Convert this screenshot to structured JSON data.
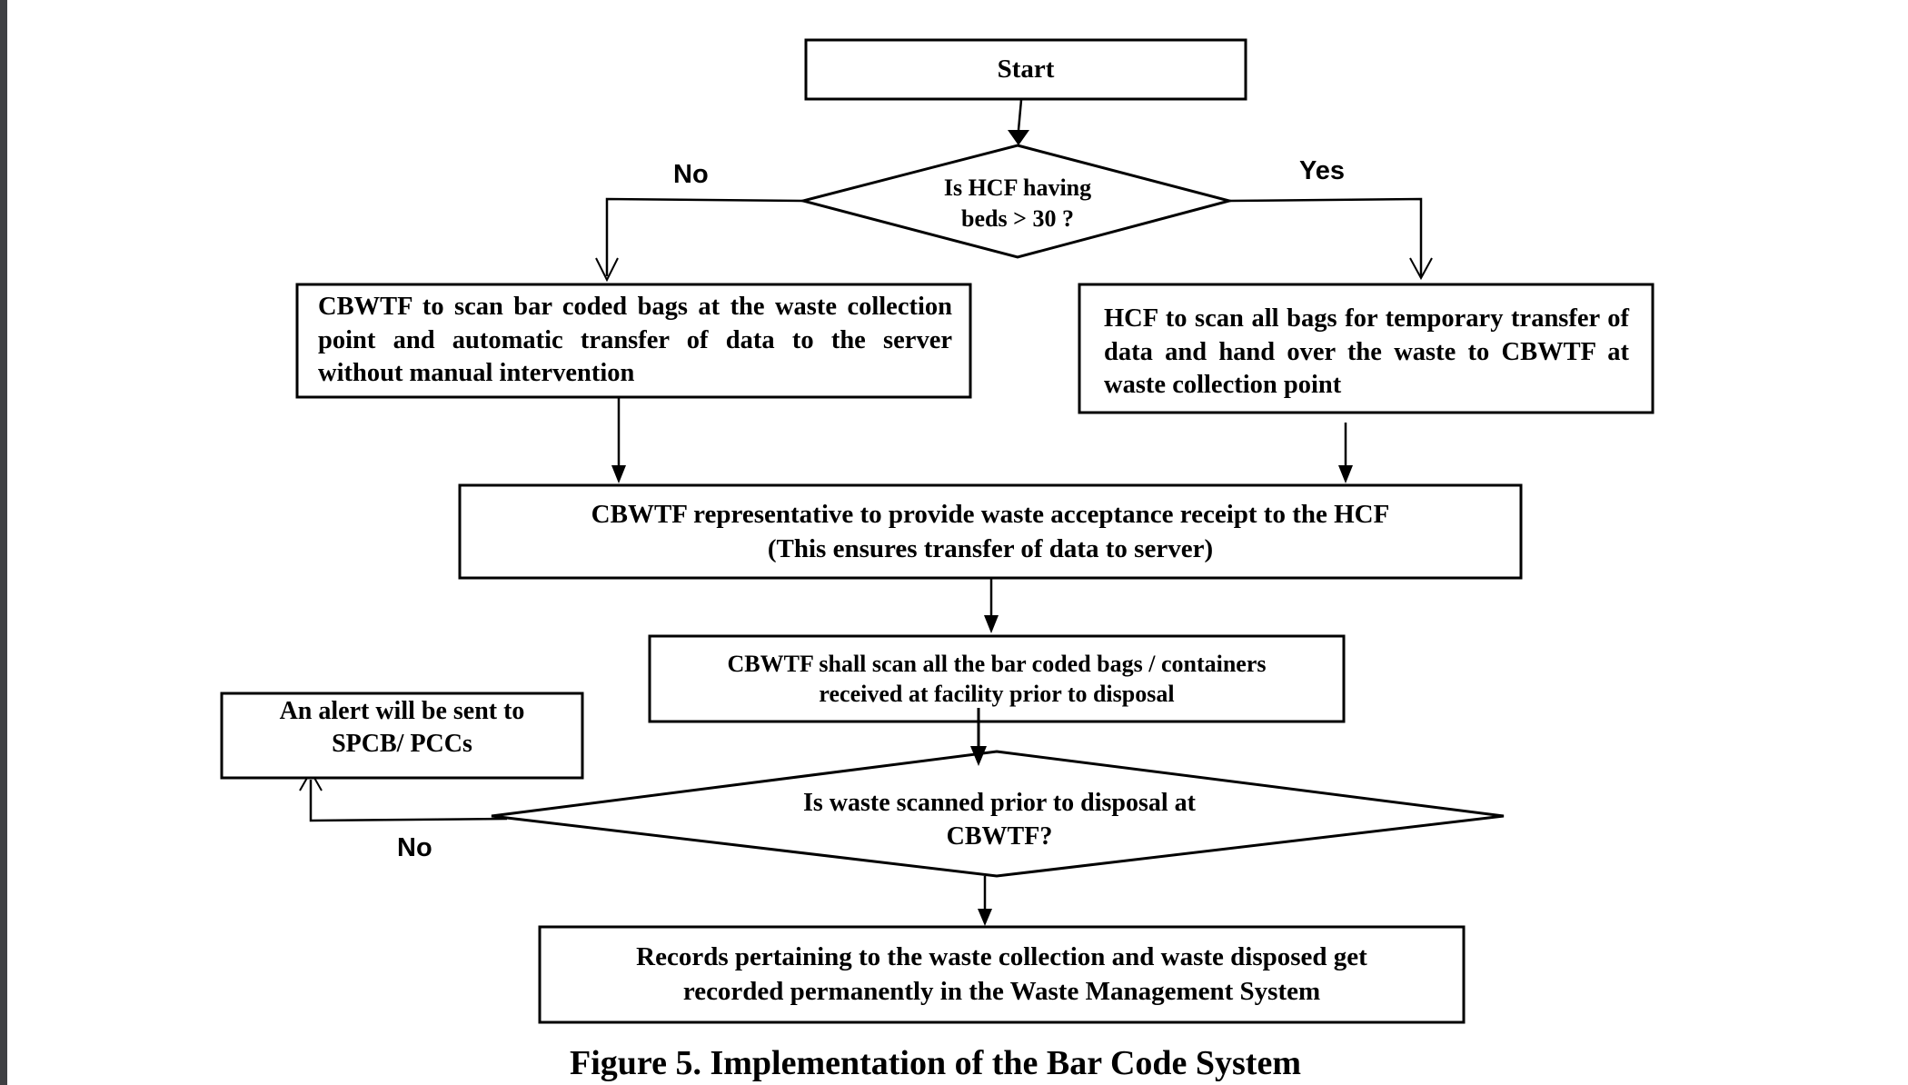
{
  "figure": {
    "caption": "Figure 5. Implementation of the Bar Code System",
    "nodes": {
      "start": "Start",
      "decision_beds": "Is HCF having beds >  30  ?",
      "decision_beds_line1": "Is HCF having",
      "decision_beds_line2": "beds >  30  ?",
      "cbwtf_scan_small": "CBWTF to scan bar coded bags at the waste collection point and automatic transfer of data to the server without manual intervention",
      "hcf_scan_large": "HCF to scan all bags for temporary transfer of data and hand over the waste to CBWTF at waste collection point",
      "receipt_line1": "CBWTF representative to provide waste acceptance receipt to the HCF",
      "receipt_line2": "(This ensures transfer of data to server)",
      "facility_scan_line1": "CBWTF shall scan all the bar coded bags / containers",
      "facility_scan_line2": "received at facility prior to disposal",
      "decision_scanned_line1": "Is waste scanned prior to disposal at",
      "decision_scanned_line2": "CBWTF?",
      "alert_line1": "An alert will be sent to",
      "alert_line2": "SPCB/ PCCs",
      "records_line1": "Records pertaining to the waste collection and waste disposed get",
      "records_line2": "recorded permanently in the Waste Management System"
    },
    "edge_labels": {
      "beds_no": "No",
      "beds_yes": "Yes",
      "scanned_no": "No"
    },
    "edges": [
      {
        "from": "start",
        "to": "decision_beds"
      },
      {
        "from": "decision_beds",
        "to": "cbwtf_scan_small",
        "label": "No"
      },
      {
        "from": "decision_beds",
        "to": "hcf_scan_large",
        "label": "Yes"
      },
      {
        "from": "cbwtf_scan_small",
        "to": "receipt"
      },
      {
        "from": "hcf_scan_large",
        "to": "receipt"
      },
      {
        "from": "receipt",
        "to": "facility_scan"
      },
      {
        "from": "facility_scan",
        "to": "decision_scanned"
      },
      {
        "from": "decision_scanned",
        "to": "alert",
        "label": "No"
      },
      {
        "from": "decision_scanned",
        "to": "records"
      }
    ]
  },
  "colors": {
    "stroke": "#000000",
    "background": "#ffffff",
    "side_bar": "#3f4043"
  }
}
